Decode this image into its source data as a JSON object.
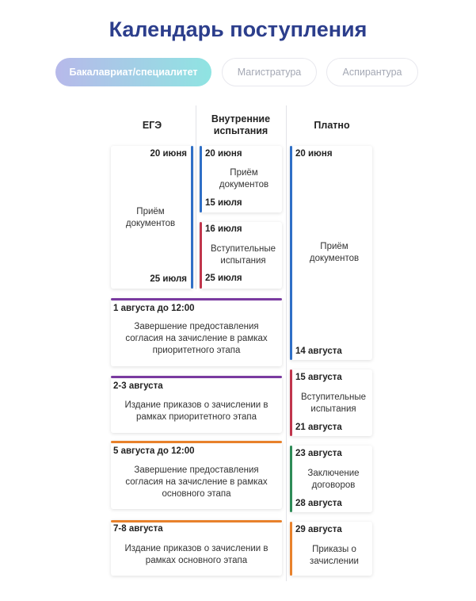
{
  "title": "Календарь поступления",
  "tabs": [
    {
      "label": "Бакалавриат/специалитет"
    },
    {
      "label": "Магистратура"
    },
    {
      "label": "Аспирантура"
    }
  ],
  "columns": {
    "ege": "ЕГЭ",
    "internal": "Внутренние испытания",
    "paid": "Платно"
  },
  "colors": {
    "blue": "#2f6fc6",
    "red": "#c0354c",
    "purple": "#7a3aa0",
    "orange": "#e8812b",
    "green": "#2e8b57",
    "title": "#2c3e8c"
  },
  "ege_docs": {
    "start": "20 июня",
    "text": "Приём документов",
    "end": "25 июля"
  },
  "internal_docs": {
    "start": "20 июня",
    "text": "Приём документов",
    "end": "15 июля"
  },
  "internal_exams": {
    "start": "16 июля",
    "text": "Вступительные испытания",
    "end": "25 июля"
  },
  "paid_docs": {
    "start": "20 июня",
    "text": "Приём документов",
    "end": "14 августа"
  },
  "consent_priority": {
    "date": "1 августа до 12:00",
    "text": "Завершение предоставления согласия на зачисление в рамках приоритетного этапа"
  },
  "orders_priority": {
    "date": "2-3 августа",
    "text": "Издание приказов о зачислении в рамках приоритетного этапа"
  },
  "consent_main": {
    "date": "5 августа до 12:00",
    "text": "Завершение предоставления согласия на зачисление в рамках основного этапа"
  },
  "orders_main": {
    "date": "7-8 августа",
    "text": "Издание приказов о зачислении в рамках основного этапа"
  },
  "paid_exams": {
    "start": "15 августа",
    "text": "Вступительные испытания",
    "end": "21 августа"
  },
  "paid_contracts": {
    "start": "23 августа",
    "text": "Заключение договоров",
    "end": "28 августа"
  },
  "paid_orders": {
    "start": "29 августа",
    "text": "Приказы о зачислении"
  }
}
